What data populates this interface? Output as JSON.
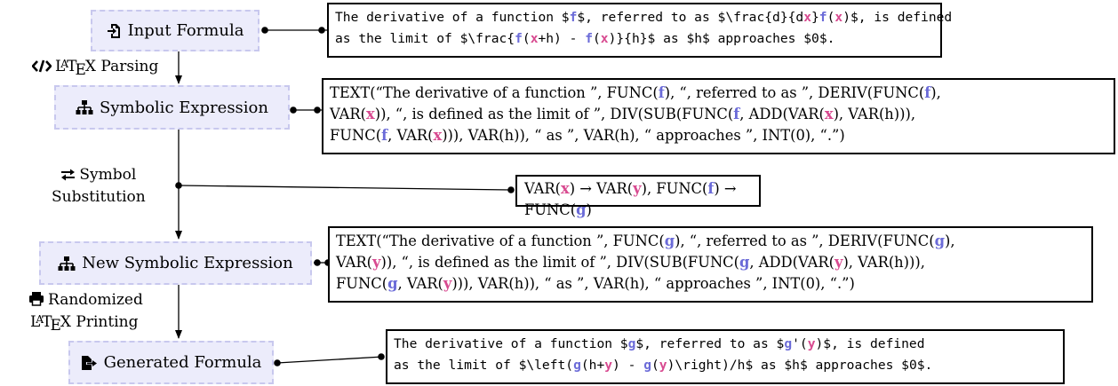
{
  "nodes": {
    "input_formula": "Input Formula",
    "symbolic_expression": "Symbolic Expression",
    "new_symbolic_expression": "New Symbolic Expression",
    "generated_formula": "Generated Formula"
  },
  "steps": {
    "parsing_suffix": "Parsing",
    "symbol_substitution_1": "Symbol",
    "symbol_substitution_2": "Substitution",
    "randomized_1": "Randomized",
    "printing_suffix": "Printing"
  },
  "boxes": {
    "input_formula_lines": [
      [
        [
          "The derivative of a function $",
          ""
        ],
        [
          "f",
          "f"
        ],
        [
          "$, referred to as $\\frac{d}{d",
          ""
        ],
        [
          "x",
          "x"
        ],
        [
          "}",
          ""
        ],
        [
          "f",
          "f"
        ],
        [
          "(",
          ""
        ],
        [
          "x",
          "x"
        ],
        [
          ")$, is defined",
          ""
        ]
      ],
      [
        [
          "as the limit of $\\frac{",
          ""
        ],
        [
          "f",
          "f"
        ],
        [
          "(",
          ""
        ],
        [
          "x",
          "x"
        ],
        [
          "+h) - ",
          ""
        ],
        [
          "f",
          "f"
        ],
        [
          "(",
          ""
        ],
        [
          "x",
          "x"
        ],
        [
          ")}{h}$ as $h$ approaches $0$.",
          ""
        ]
      ]
    ],
    "symbolic_lines": [
      [
        [
          "TEXT(“The derivative of a function ”, FUNC(",
          ""
        ],
        [
          "f",
          "f"
        ],
        [
          "), “, referred to as ”, DERIV(FUNC(",
          ""
        ],
        [
          "f",
          "f"
        ],
        [
          "),",
          ""
        ]
      ],
      [
        [
          "VAR(",
          ""
        ],
        [
          "x",
          "x"
        ],
        [
          ")), “, is defined as the limit of ”, DIV(SUB(FUNC(",
          ""
        ],
        [
          "f",
          "f"
        ],
        [
          ", ADD(VAR(",
          ""
        ],
        [
          "x",
          "x"
        ],
        [
          "), VAR(h))),",
          ""
        ]
      ],
      [
        [
          "FUNC(",
          ""
        ],
        [
          "f",
          "f"
        ],
        [
          ", VAR(",
          ""
        ],
        [
          "x",
          "x"
        ],
        [
          "))), VAR(h)), “ as ”, VAR(h), “ approaches ”, INT(0), “.”)",
          ""
        ]
      ]
    ],
    "substitution_lines": [
      [
        [
          "VAR(",
          ""
        ],
        [
          "x",
          "x"
        ],
        [
          ") → VAR(",
          ""
        ],
        [
          "y",
          "x"
        ],
        [
          "), FUNC(",
          ""
        ],
        [
          "f",
          "f"
        ],
        [
          ") → FUNC(",
          ""
        ],
        [
          "g",
          "f"
        ],
        [
          ")",
          ""
        ]
      ]
    ],
    "new_symbolic_lines": [
      [
        [
          "TEXT(“The derivative of a function ”, FUNC(",
          ""
        ],
        [
          "g",
          "f"
        ],
        [
          "), “, referred to as ”, DERIV(FUNC(",
          ""
        ],
        [
          "g",
          "f"
        ],
        [
          "),",
          ""
        ]
      ],
      [
        [
          "VAR(",
          ""
        ],
        [
          "y",
          "x"
        ],
        [
          ")), “, is defined as the limit of ”, DIV(SUB(FUNC(",
          ""
        ],
        [
          "g",
          "f"
        ],
        [
          ", ADD(VAR(",
          ""
        ],
        [
          "y",
          "x"
        ],
        [
          "), VAR(h))),",
          ""
        ]
      ],
      [
        [
          "FUNC(",
          ""
        ],
        [
          "g",
          "f"
        ],
        [
          ", VAR(",
          ""
        ],
        [
          "y",
          "x"
        ],
        [
          "))), VAR(h)), “ as ”, VAR(h), “ approaches ”, INT(0), “.”)",
          ""
        ]
      ]
    ],
    "generated_lines": [
      [
        [
          "The derivative of a function $",
          ""
        ],
        [
          "g",
          "f"
        ],
        [
          "$, referred to as $",
          ""
        ],
        [
          "g",
          "f"
        ],
        [
          "'(",
          ""
        ],
        [
          "y",
          "x"
        ],
        [
          ")$, is defined",
          ""
        ]
      ],
      [
        [
          "as the limit of $\\left(",
          ""
        ],
        [
          "g",
          "f"
        ],
        [
          "(h+",
          ""
        ],
        [
          "y",
          "x"
        ],
        [
          ") - ",
          ""
        ],
        [
          "g",
          "f"
        ],
        [
          "(",
          ""
        ],
        [
          "y",
          "x"
        ],
        [
          ")\\right)/h$ as $h$ approaches $0$.",
          ""
        ]
      ]
    ]
  },
  "colors": {
    "node_fill": "#ececfb",
    "node_border": "#c8c8ee",
    "function_symbol": "#6b6bd8",
    "variable_symbol": "#d84a90"
  },
  "icons": {
    "input_formula": "file-import-icon",
    "symbolic_expression": "sitemap-icon",
    "new_symbolic_expression": "sitemap-icon",
    "generated_formula": "file-export-icon",
    "parsing": "code-icon",
    "substitution": "exchange-icon",
    "printing": "printer-icon"
  }
}
